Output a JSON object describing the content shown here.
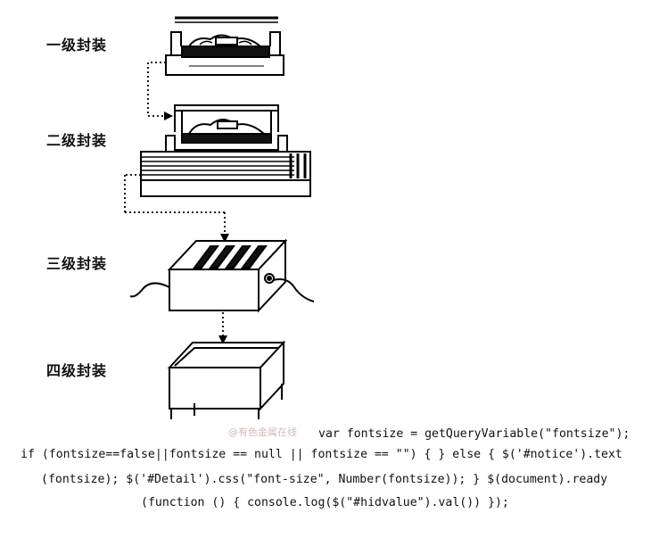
{
  "labels": {
    "level1": "一级封装",
    "level2": "二级封装",
    "level3": "三级封装",
    "level4": "四级封装"
  },
  "watermark": "@有色金属在线",
  "code_lines": [
    "var fontsize = getQueryVariable(\"fontsize\");",
    "if (fontsize==false||fontsize == null || fontsize == \"\") { } else { $('#notice').text",
    "(fontsize); $('#Detail').css(\"font-size\", Number(fontsize)); } $(document).ready",
    "(function () { console.log($(\"#hidvalue\").val()) });"
  ]
}
